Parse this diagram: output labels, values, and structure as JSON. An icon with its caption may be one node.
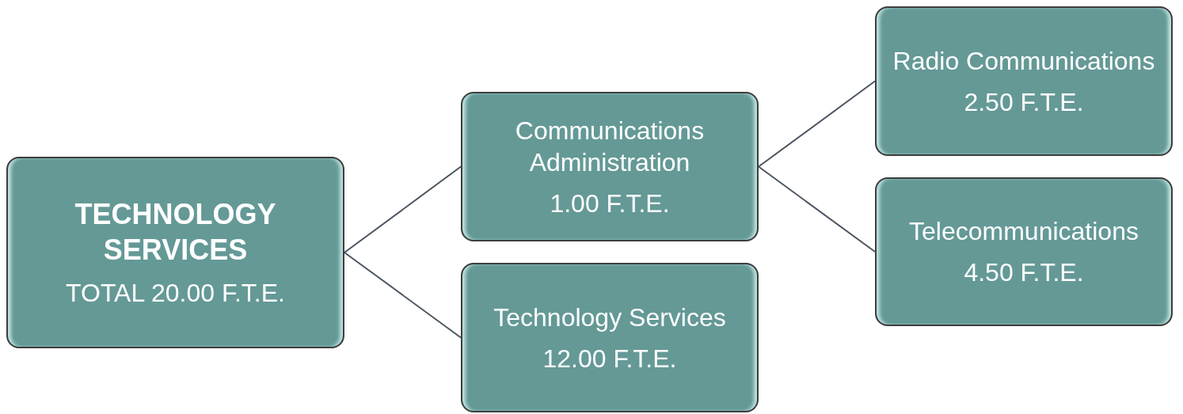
{
  "diagram": {
    "nodes": [
      {
        "text": [
          "TECHNOLOGY SERVICES",
          "TOTAL 20.00 F.T.E."
        ]
      },
      {
        "text": [
          "Communications Administration",
          "1.00 F.T.E."
        ]
      },
      {
        "text": [
          "Technology Services",
          "12.00 F.T.E."
        ]
      },
      {
        "text": [
          "Radio Communications",
          "2.50 F.T.E."
        ]
      },
      {
        "text": [
          "Telecommunications",
          "4.50 F.T.E."
        ]
      }
    ],
    "edges": [
      {
        "from": 0,
        "to": 1,
        "arrow": "none"
      },
      {
        "from": 0,
        "to": 2,
        "arrow": "none"
      },
      {
        "from": 1,
        "to": 3,
        "arrow": "none"
      },
      {
        "from": 1,
        "to": 4,
        "arrow": "none"
      }
    ]
  }
}
